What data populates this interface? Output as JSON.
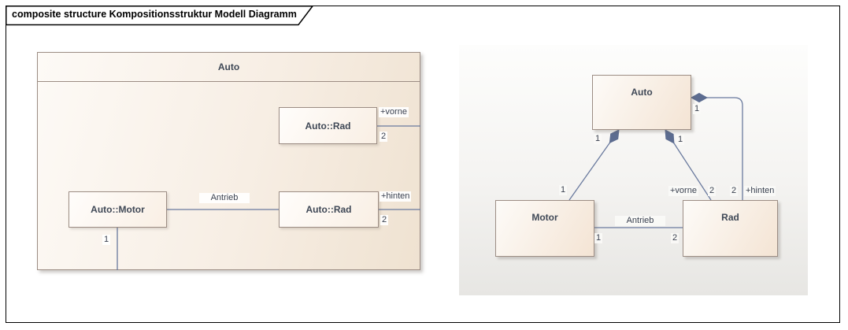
{
  "tab": {
    "title": "composite structure Kompositionsstruktur Modell Diagramm"
  },
  "colors": {
    "conn": "#6a7a9e",
    "diamond": "#5c6c90",
    "box_border": "#9c8d84",
    "page_border": "#000000",
    "label_ink": "#3a4150",
    "title_ink": "#3f4856"
  },
  "composite_view": {
    "frame_title": "Auto",
    "rad_front_label": "Auto::Rad",
    "motor_label": "Auto::Motor",
    "rad_rear_label": "Auto::Rad",
    "vorne_role": "+vorne",
    "vorne_mult": "2",
    "hinten_role": "+hinten",
    "hinten_mult": "2",
    "antrieb_label": "Antrieb",
    "motor_mult": "1"
  },
  "class_view": {
    "auto_label": "Auto",
    "motor_label": "Motor",
    "rad_label": "Rad",
    "auto_hinten_whole_mult": "1",
    "auto_motor_whole_mult": "1",
    "auto_vorne_whole_mult": "1",
    "motor_part_mult": "1",
    "vorne_role": "+vorne",
    "vorne_mult": "2",
    "hinten_mult": "2",
    "hinten_role": "+hinten",
    "antrieb_label": "Antrieb",
    "antrieb_motor_mult": "1",
    "antrieb_rad_mult": "2"
  }
}
